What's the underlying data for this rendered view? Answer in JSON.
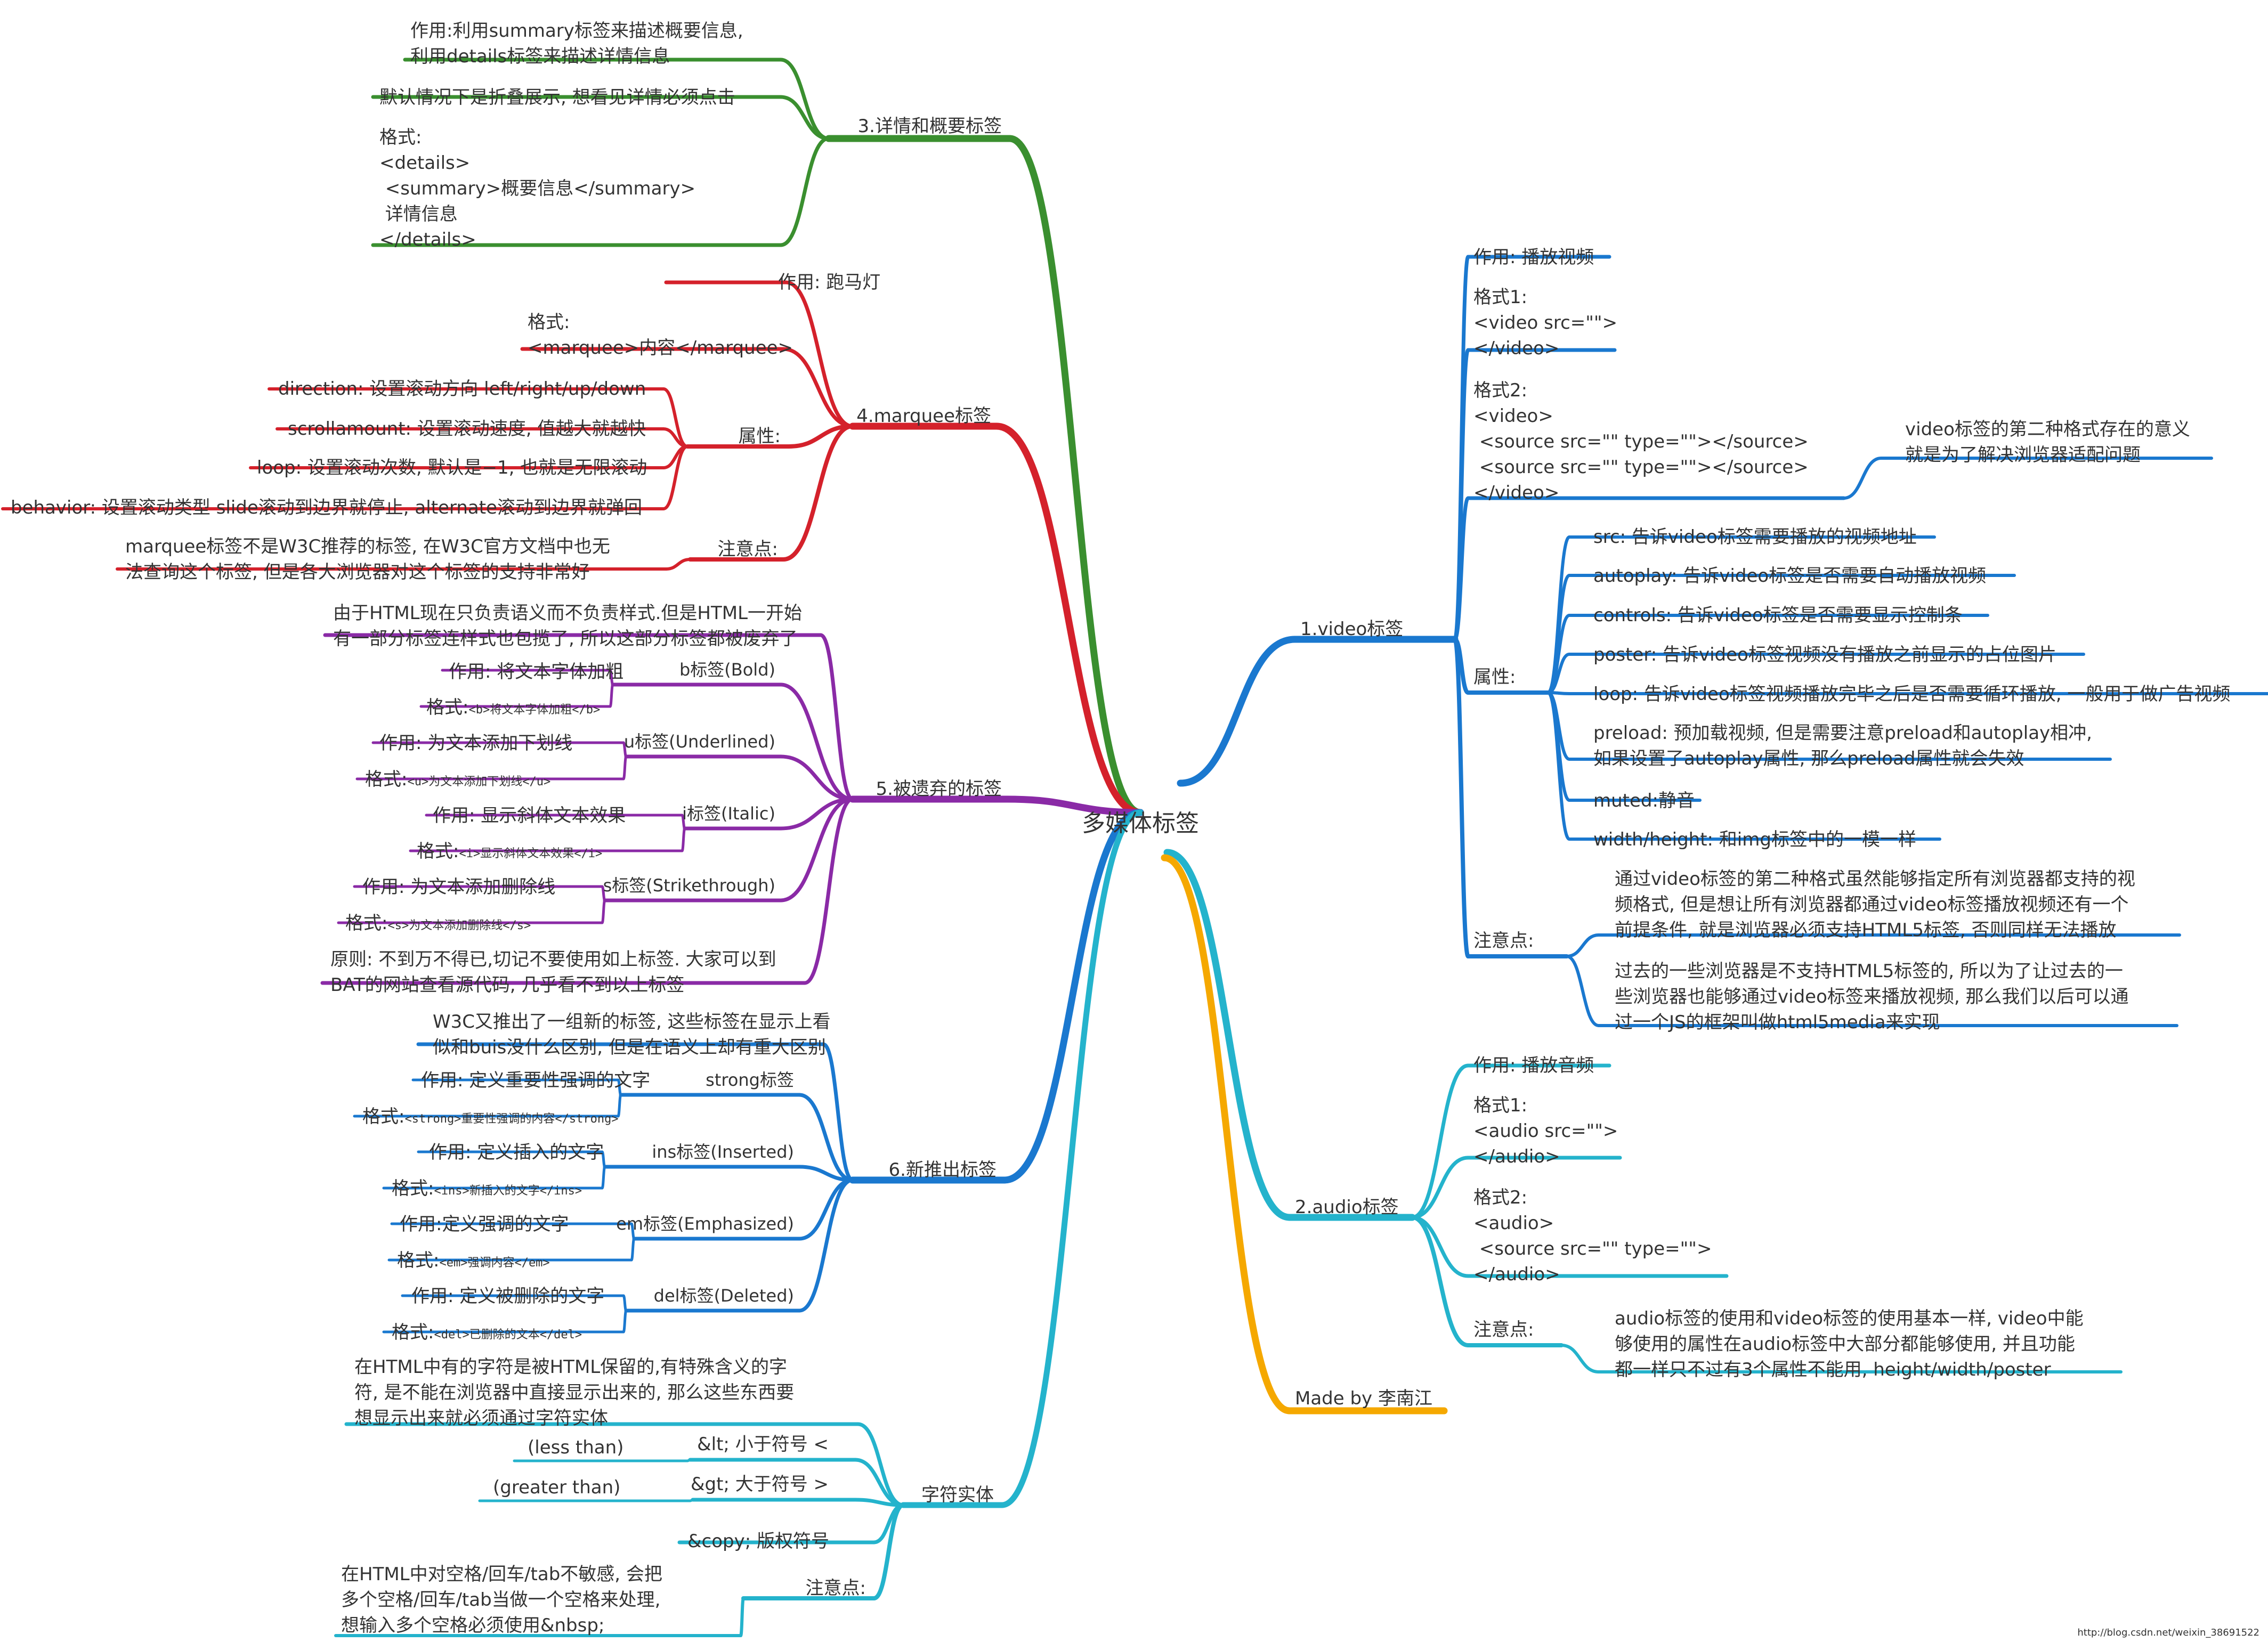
{
  "colors": {
    "green": "#3a8f2f",
    "red": "#d4212b",
    "purple": "#8a2aa6",
    "blue": "#1a78cf",
    "teal": "#24b3cc",
    "orange": "#f5a800",
    "text": "#333333"
  },
  "watermark": "http://blog.csdn.net/weixin_38691522",
  "root": {
    "label": "多媒体标签"
  },
  "branches": [
    {
      "label": "3.详情和概要标签",
      "color": "green",
      "children": [
        {
          "lines": [
            "作用:利用summary标签来描述概要信息,",
            "利用details标签来描述详情信息"
          ]
        },
        {
          "lines": [
            "默认情况下是折叠展示, 想看见详情必须点击"
          ]
        },
        {
          "lines": [
            "格式:",
            "<details>",
            "    <summary>概要信息</summary>",
            "    详情信息",
            "</details>"
          ]
        }
      ]
    },
    {
      "label": "4.marquee标签",
      "color": "red",
      "children": [
        {
          "lines": [
            "作用: 跑马灯"
          ]
        },
        {
          "lines": [
            "格式:",
            "<marquee>内容</marquee>"
          ]
        },
        {
          "label": "属性:",
          "children": [
            {
              "lines": [
                "direction: 设置滚动方向 left/right/up/down"
              ]
            },
            {
              "lines": [
                "scrollamount: 设置滚动速度, 值越大就越快"
              ]
            },
            {
              "lines": [
                "loop: 设置滚动次数, 默认是−1, 也就是无限滚动"
              ]
            },
            {
              "lines": [
                "behavior: 设置滚动类型  slide滚动到边界就停止, alternate滚动到边界就弹回"
              ]
            }
          ]
        },
        {
          "label": "注意点:",
          "children": [
            {
              "lines": [
                "marquee标签不是W3C推荐的标签, 在W3C官方文档中也无",
                "法查询这个标签, 但是各大浏览器对这个标签的支持非常好"
              ]
            }
          ]
        }
      ]
    },
    {
      "label": "5.被遗弃的标签",
      "color": "purple",
      "children": [
        {
          "lines": [
            "由于HTML现在只负责语义而不负责样式.但是HTML一开始",
            "有一部分标签连样式也包揽了, 所以这部分标签都被废弃了"
          ]
        },
        {
          "label": "b标签(Bold)",
          "children": [
            {
              "lines": [
                "作用: 将文本字体加粗"
              ]
            },
            {
              "prefix": "格式:",
              "code": "<b>将文本字体加粗</b>"
            }
          ]
        },
        {
          "label": "u标签(Underlined)",
          "children": [
            {
              "lines": [
                "作用: 为文本添加下划线"
              ]
            },
            {
              "prefix": "格式:",
              "code": "<u>为文本添加下划线</u>"
            }
          ]
        },
        {
          "label": "i标签(Italic)",
          "children": [
            {
              "lines": [
                "作用: 显示斜体文本效果"
              ]
            },
            {
              "prefix": "格式:",
              "code": "<i>显示斜体文本效果</i>"
            }
          ]
        },
        {
          "label": "s标签(Strikethrough)",
          "children": [
            {
              "lines": [
                "作用: 为文本添加删除线"
              ]
            },
            {
              "prefix": "格式:",
              "code": "<s>为文本添加删除线</s>"
            }
          ]
        },
        {
          "lines": [
            "原则:   不到万不得已,切记不要使用如上标签.   大家可以到",
            "BAT的网站查看源代码, 几乎看不到以上标签"
          ]
        }
      ]
    },
    {
      "label": "6.新推出标签",
      "color": "blue",
      "children": [
        {
          "lines": [
            "W3C又推出了一组新的标签, 这些标签在显示上看",
            "似和buis没什么区别, 但是在语义上却有重大区别"
          ]
        },
        {
          "label": "strong标签",
          "children": [
            {
              "lines": [
                "作用: 定义重要性强调的文字"
              ]
            },
            {
              "prefix": "格式:",
              "code": "<strong>重要性强调的内容</strong>"
            }
          ]
        },
        {
          "label": "ins标签(Inserted)",
          "children": [
            {
              "lines": [
                "作用: 定义插入的文字"
              ]
            },
            {
              "prefix": "格式:",
              "code": "<ins>新插入的文字</ins>"
            }
          ]
        },
        {
          "label": "em标签(Emphasized)",
          "children": [
            {
              "lines": [
                "作用:定义强调的文字"
              ]
            },
            {
              "prefix": "格式:",
              "code": "<em>强调内容</em>"
            }
          ]
        },
        {
          "label": "del标签(Deleted)",
          "children": [
            {
              "lines": [
                "作用: 定义被删除的文字"
              ]
            },
            {
              "prefix": "格式:",
              "code": "<del>已删除的文本</del>"
            }
          ]
        }
      ]
    },
    {
      "label": "字符实体",
      "color": "teal",
      "children": [
        {
          "lines": [
            "在HTML中有的字符是被HTML保留的,有特殊含义的字",
            "符, 是不能在浏览器中直接显示出来的, 那么这些东西要",
            "想显示出来就必须通过字符实体"
          ]
        },
        {
          "label": "&lt; 小于符号 <",
          "children": [
            {
              "lines": [
                "(less than)"
              ]
            }
          ]
        },
        {
          "label": "&gt; 大于符号 >",
          "children": [
            {
              "lines": [
                "(greater than)"
              ]
            }
          ]
        },
        {
          "lines": [
            "&copy; 版权符号"
          ]
        },
        {
          "label": "注意点:",
          "children": [
            {
              "lines": [
                "在HTML中对空格/回车/tab不敏感, 会把",
                "多个空格/回车/tab当做一个空格来处理,",
                "想输入多个空格必须使用&nbsp;"
              ]
            }
          ]
        }
      ]
    },
    {
      "label": "1.video标签",
      "color": "blue",
      "children": [
        {
          "lines": [
            "作用: 播放视频"
          ]
        },
        {
          "lines": [
            "格式1:",
            "<video src=\"\">",
            "</video>"
          ]
        },
        {
          "lines": [
            "格式2:",
            "<video>",
            "    <source src=\"\" type=\"\"></source>",
            "    <source src=\"\" type=\"\"></source>",
            "</video>"
          ],
          "children": [
            {
              "lines": [
                "video标签的第二种格式存在的意义",
                "就是为了解决浏览器适配问题"
              ]
            }
          ]
        },
        {
          "label": "属性:",
          "children": [
            {
              "lines": [
                "src: 告诉video标签需要播放的视频地址"
              ]
            },
            {
              "lines": [
                "autoplay: 告诉video标签是否需要自动播放视频"
              ]
            },
            {
              "lines": [
                "controls: 告诉video标签是否需要显示控制条"
              ]
            },
            {
              "lines": [
                "poster: 告诉video标签视频没有播放之前显示的占位图片"
              ]
            },
            {
              "lines": [
                "loop: 告诉video标签视频播放完毕之后是否需要循环播放, 一般用于做广告视频"
              ]
            },
            {
              "lines": [
                "preload: 预加载视频, 但是需要注意preload和autoplay相冲,",
                "如果设置了autoplay属性, 那么preload属性就会失效"
              ]
            },
            {
              "lines": [
                "muted:静音"
              ]
            },
            {
              "lines": [
                "width/height: 和img标签中的一模一样"
              ]
            }
          ]
        },
        {
          "label": "注意点:",
          "children": [
            {
              "lines": [
                "通过video标签的第二种格式虽然能够指定所有浏览器都支持的视",
                "频格式, 但是想让所有浏览器都通过video标签播放视频还有一个",
                "前提条件, 就是浏览器必须支持HTML5标签, 否则同样无法播放"
              ]
            },
            {
              "lines": [
                "过去的一些浏览器是不支持HTML5标签的, 所以为了让过去的一",
                "些浏览器也能够通过video标签来播放视频, 那么我们以后可以通",
                "过一个JS的框架叫做html5media来实现"
              ]
            }
          ]
        }
      ]
    },
    {
      "label": "2.audio标签",
      "color": "teal",
      "children": [
        {
          "lines": [
            "作用: 播放音频"
          ]
        },
        {
          "lines": [
            "格式1:",
            "<audio src=\"\">",
            "</audio>"
          ]
        },
        {
          "lines": [
            "格式2:",
            "<audio>",
            "    <source src=\"\" type=\"\">",
            "</audio>"
          ]
        },
        {
          "label": "注意点:",
          "children": [
            {
              "lines": [
                "audio标签的使用和video标签的使用基本一样, video中能",
                "够使用的属性在audio标签中大部分都能够使用, 并且功能",
                "都一样只不过有3个属性不能用, height/width/poster"
              ]
            }
          ]
        }
      ]
    },
    {
      "label": "Made by 李南江",
      "color": "orange",
      "children": []
    }
  ]
}
